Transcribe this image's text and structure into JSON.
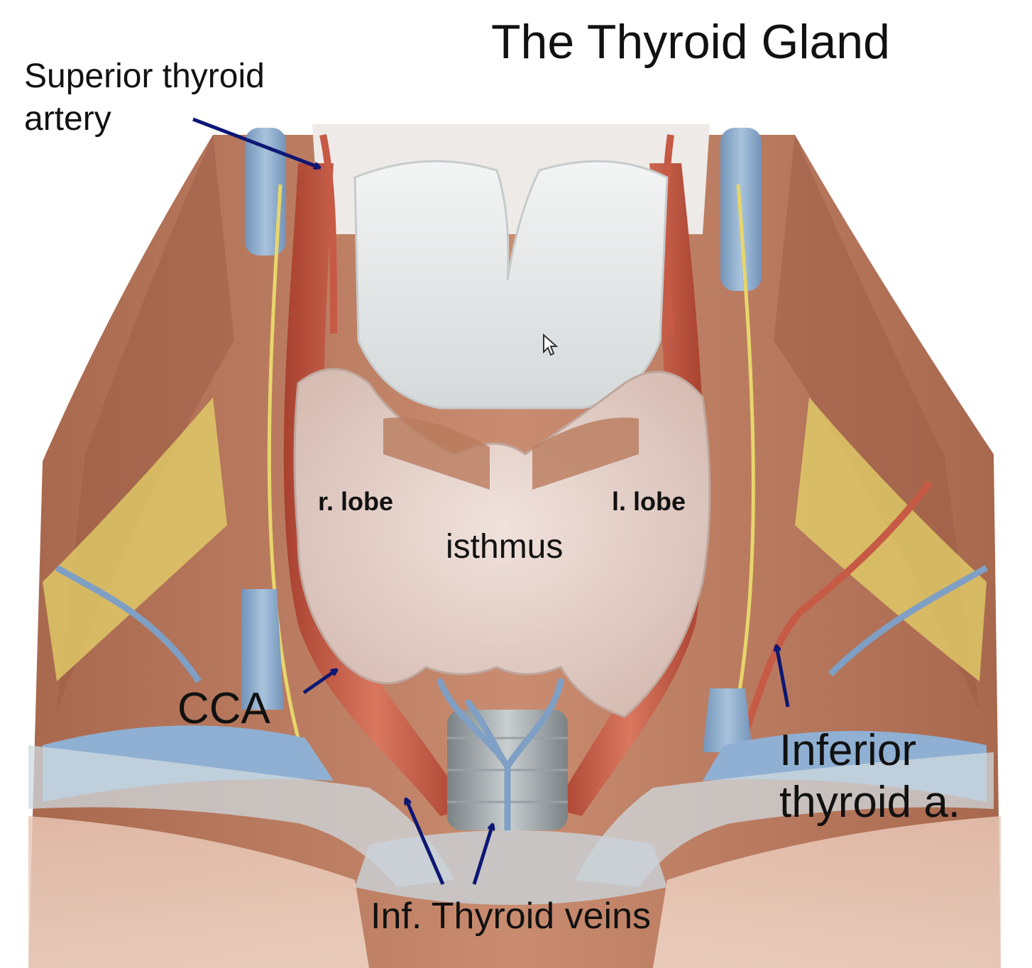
{
  "title": "The Thyroid Gland",
  "labels": {
    "superior_thyroid_artery": [
      "Superior thyroid",
      "artery"
    ],
    "right_lobe": "r. lobe",
    "left_lobe": "l. lobe",
    "isthmus": "isthmus",
    "cca": "CCA",
    "inferior_thyroid_artery": [
      "Inferior",
      "thyroid a."
    ],
    "inf_thyroid_veins": "Inf. Thyroid veins"
  },
  "colors": {
    "arrow": "#0d1773",
    "muscle": "#b87a5e",
    "artery": "#c65a45",
    "vein": "#8fb0d2",
    "nerve": "#e7d66b",
    "thyroid": "#e8d5cf",
    "cartilage": "#e9ecec"
  }
}
